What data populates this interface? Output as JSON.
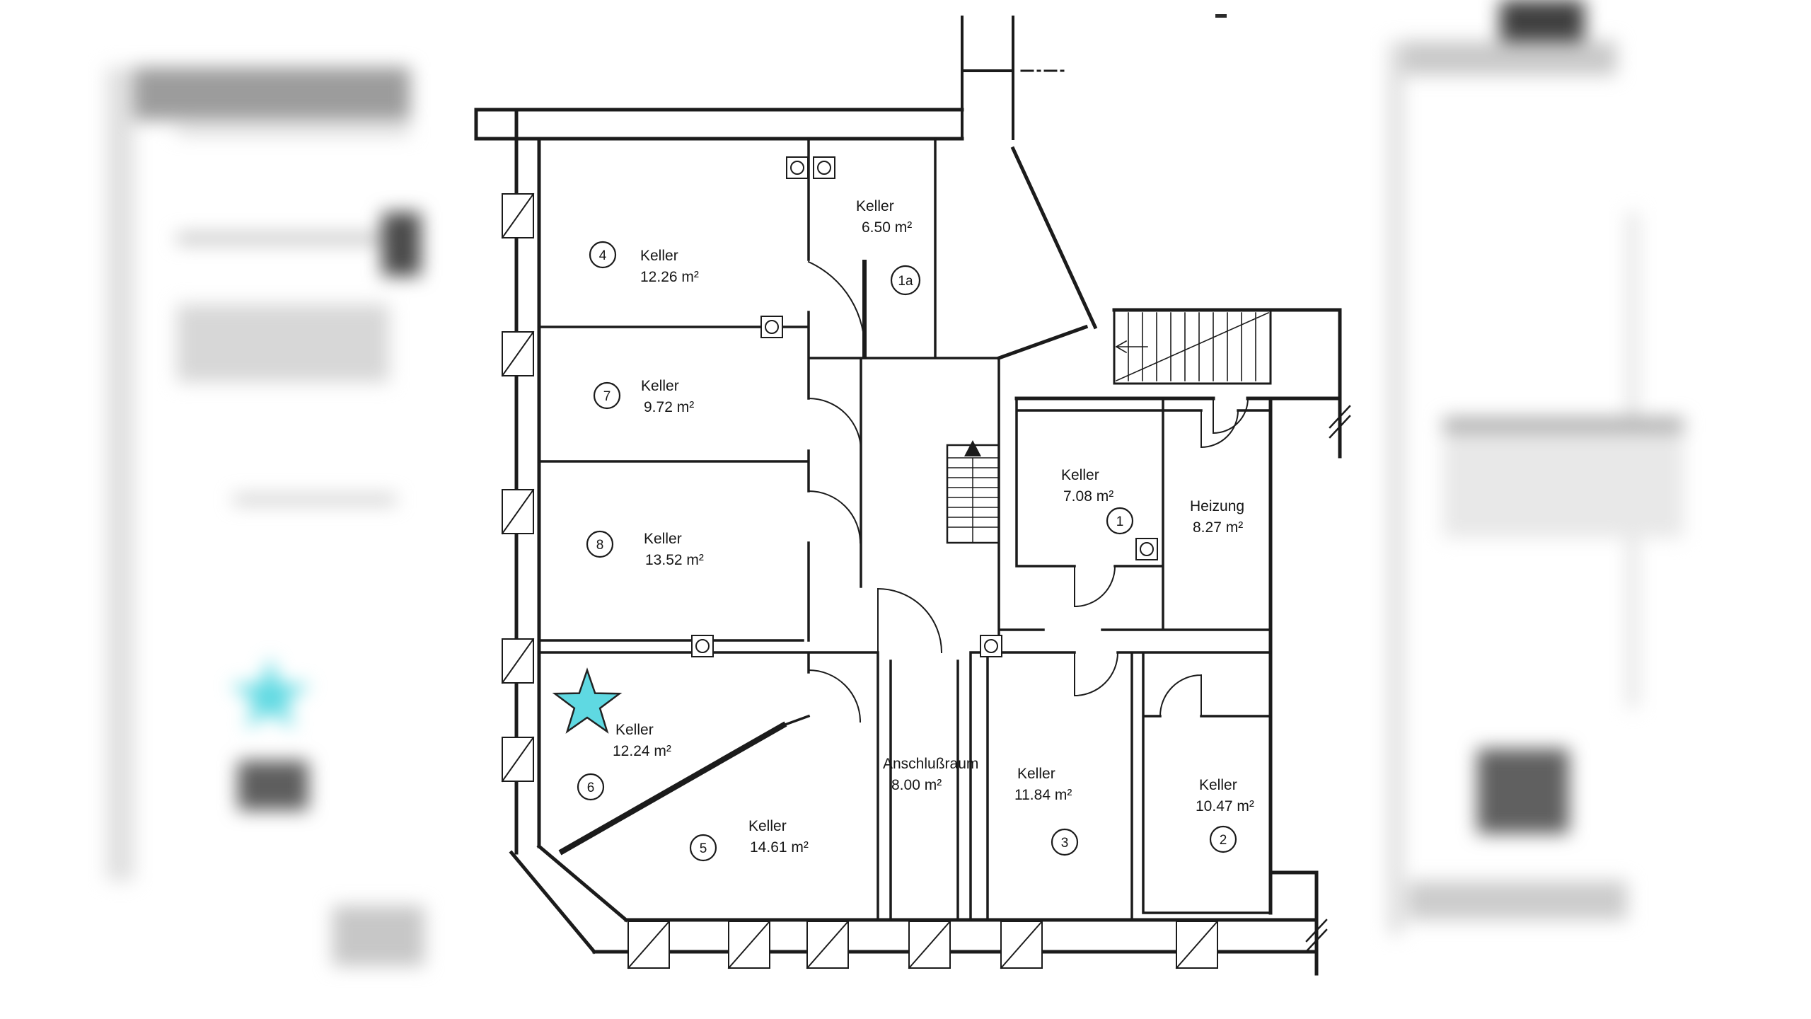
{
  "plan": {
    "marker": {
      "color": "#5fd9e2",
      "marked_room": "6"
    },
    "rooms": [
      {
        "number": "4",
        "name": "Keller",
        "area": "12.26 m²"
      },
      {
        "number": "1a",
        "name": "Keller",
        "area": "6.50 m²"
      },
      {
        "number": "7",
        "name": "Keller",
        "area": "9.72 m²"
      },
      {
        "number": "8",
        "name": "Keller",
        "area": "13.52 m²"
      },
      {
        "number": "6",
        "name": "Keller",
        "area": "12.24 m²"
      },
      {
        "number": "5",
        "name": "Keller",
        "area": "14.61 m²"
      },
      {
        "number": "",
        "name": "Anschlußraum",
        "area": "8.00 m²"
      },
      {
        "number": "3",
        "name": "Keller",
        "area": "11.84 m²"
      },
      {
        "number": "2",
        "name": "Keller",
        "area": "10.47 m²"
      },
      {
        "number": "1",
        "name": "Keller",
        "area": "7.08 m²"
      },
      {
        "number": "",
        "name": "Heizung",
        "area": "8.27 m²"
      }
    ]
  }
}
